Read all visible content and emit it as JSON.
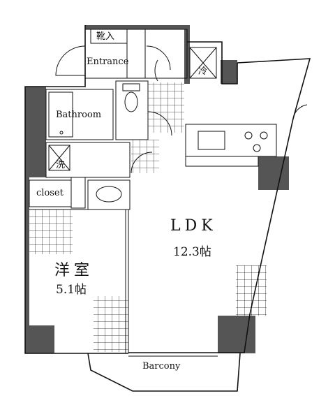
{
  "rooms": {
    "entrance": "Entrance",
    "shoe_storage": "靴入",
    "bathroom": "Bathroom",
    "closet": "closet",
    "ldk_name": "LDK",
    "ldk_size": "12.3帖",
    "western_room_name": "洋室",
    "western_room_size": "5.1帖",
    "balcony": "Barcony"
  },
  "fixtures": {
    "fridge_mark": "冷",
    "washer_mark": "洗"
  },
  "colors": {
    "wall": "#555555",
    "line": "#111111",
    "floor_tile_grid": "#111111"
  }
}
